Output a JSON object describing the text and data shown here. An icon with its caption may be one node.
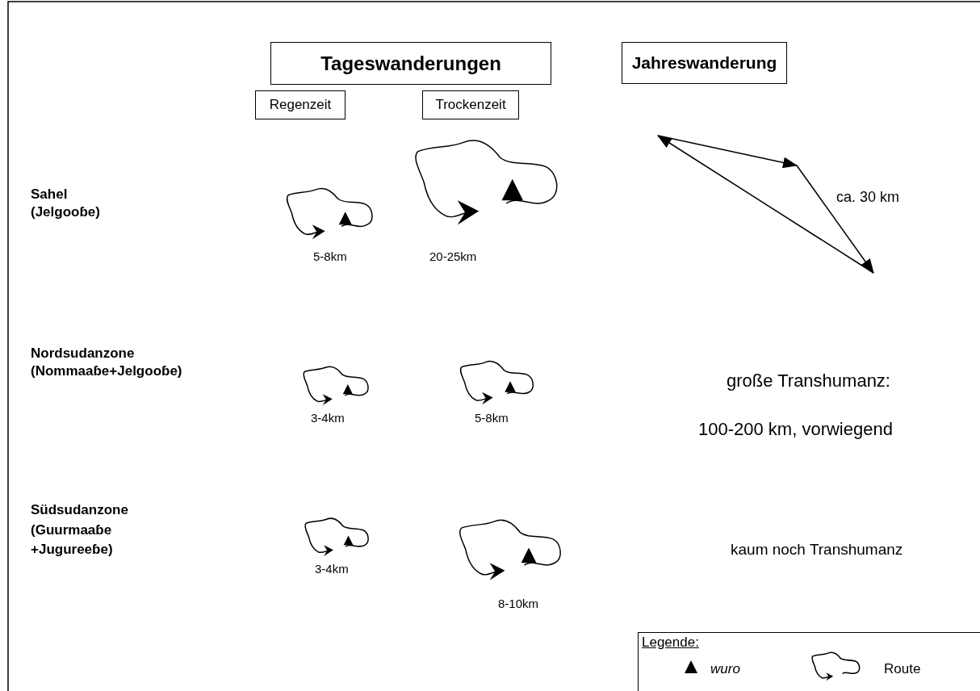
{
  "diagram": {
    "nodes": [
      {
        "text": [
          "Tageswanderungen"
        ]
      },
      {
        "text": [
          "Jahreswanderung"
        ]
      },
      {
        "text": [
          "Regenzeit"
        ]
      },
      {
        "text": [
          "Trockenzeit"
        ]
      },
      {
        "text": [
          "Legende:"
        ]
      }
    ],
    "edges": [],
    "labels": [
      "Sahel (Jelgooɓe)",
      "ca. 30 km",
      "5-8km",
      "20-25km",
      "Nordsudanzone (Nommaaɓe+Jelgooɓe)",
      "große Transhumanz:",
      "3-4km",
      "5-8km",
      "100-200 km, vorwiegend",
      "Südsudanzone (Guurmaaɓe +Jugureeɓe)",
      "kaum noch Transhumanz",
      "3-4km",
      "8-10km"
    ],
    "legend": [
      {
        "text": "wuro"
      },
      {
        "text": "Route"
      }
    ]
  }
}
